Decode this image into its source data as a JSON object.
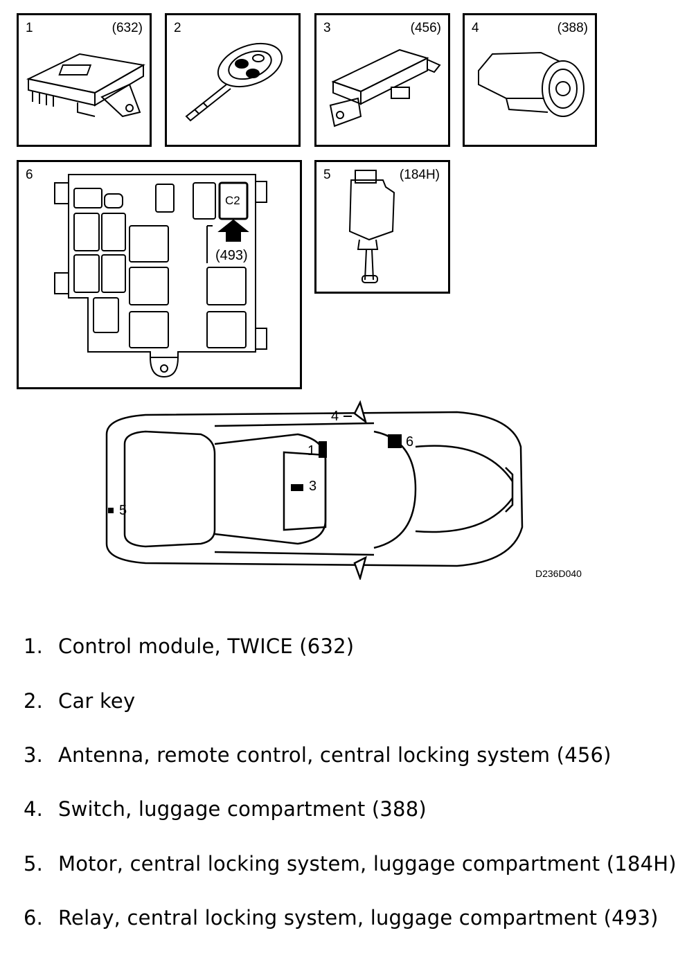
{
  "panels": [
    {
      "number": "1",
      "code": "(632)",
      "icon": "control-module"
    },
    {
      "number": "2",
      "code": "",
      "icon": "car-key"
    },
    {
      "number": "3",
      "code": "(456)",
      "icon": "antenna"
    },
    {
      "number": "4",
      "code": "(388)",
      "icon": "luggage-switch"
    },
    {
      "number": "6",
      "code": "",
      "icon": "relay-box"
    },
    {
      "number": "5",
      "code": "(184H)",
      "icon": "lock-motor"
    }
  ],
  "relay_box": {
    "slot_label": "C2",
    "callout": "(493)"
  },
  "car": {
    "callouts": [
      "1",
      "3",
      "4",
      "5",
      "6"
    ],
    "drawing_id": "D236D040"
  },
  "legend": [
    {
      "num": "1.",
      "text": "Control module, TWICE (632)"
    },
    {
      "num": "2.",
      "text": "Car key"
    },
    {
      "num": "3.",
      "text": "Antenna, remote control, central locking system (456)"
    },
    {
      "num": "4.",
      "text": "Switch, luggage compartment (388)"
    },
    {
      "num": "5.",
      "text": "Motor, central locking system, luggage compartment (184H)"
    },
    {
      "num": "6.",
      "text": "Relay, central locking system, luggage compartment (493)"
    }
  ]
}
